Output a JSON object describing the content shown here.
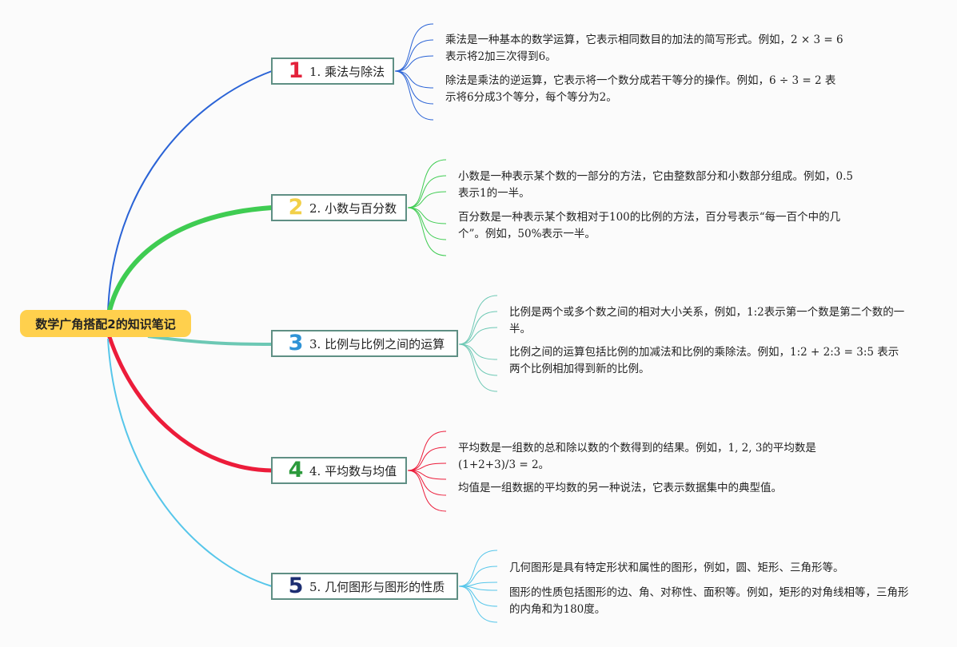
{
  "root": {
    "title": "数学广角搭配2的知识笔记"
  },
  "colors": {
    "branch1": "#2a63d6",
    "branch2": "#3fcc52",
    "branch3": "#6cc8b4",
    "branch4": "#ec1c3a",
    "branch5": "#56c6ea",
    "root_bg": "#ffd04d",
    "node_border": "#5f8f84"
  },
  "branches": [
    {
      "number": "1",
      "number_color": "#e3223b",
      "label": "1. 乘法与除法",
      "notes": [
        "乘法是一种基本的数学运算，它表示相同数目的加法的简写形式。例如，2 × 3 = 6 表示将2加三次得到6。",
        "除法是乘法的逆运算，它表示将一个数分成若干等分的操作。例如，6 ÷ 3 = 2 表示将6分成3个等分，每个等分为2。"
      ]
    },
    {
      "number": "2",
      "number_color": "#f2d049",
      "label": "2. 小数与百分数",
      "notes": [
        "小数是一种表示某个数的一部分的方法，它由整数部分和小数部分组成。例如，0.5表示1的一半。",
        "百分数是一种表示某个数相对于100的比例的方法，百分号表示“每一百个中的几个”。例如，50%表示一半。"
      ]
    },
    {
      "number": "3",
      "number_color": "#2f93d6",
      "label": "3. 比例与比例之间的运算",
      "notes": [
        "比例是两个或多个数之间的相对大小关系，例如，1:2表示第一个数是第二个数的一半。",
        "比例之间的运算包括比例的加减法和比例的乘除法。例如，1:2 + 2:3 = 3:5 表示两个比例相加得到新的比例。"
      ]
    },
    {
      "number": "4",
      "number_color": "#2c9a3c",
      "label": "4. 平均数与均值",
      "notes": [
        "平均数是一组数的总和除以数的个数得到的结果。例如，1, 2, 3的平均数是(1+2+3)/3 = 2。",
        "均值是一组数据的平均数的另一种说法，它表示数据集中的典型值。"
      ]
    },
    {
      "number": "5",
      "number_color": "#1d2e72",
      "label": "5. 几何图形与图形的性质",
      "notes": [
        "几何图形是具有特定形状和属性的图形，例如，圆、矩形、三角形等。",
        "图形的性质包括图形的边、角、对称性、面积等。例如，矩形的对角线相等，三角形的内角和为180度。"
      ]
    }
  ]
}
